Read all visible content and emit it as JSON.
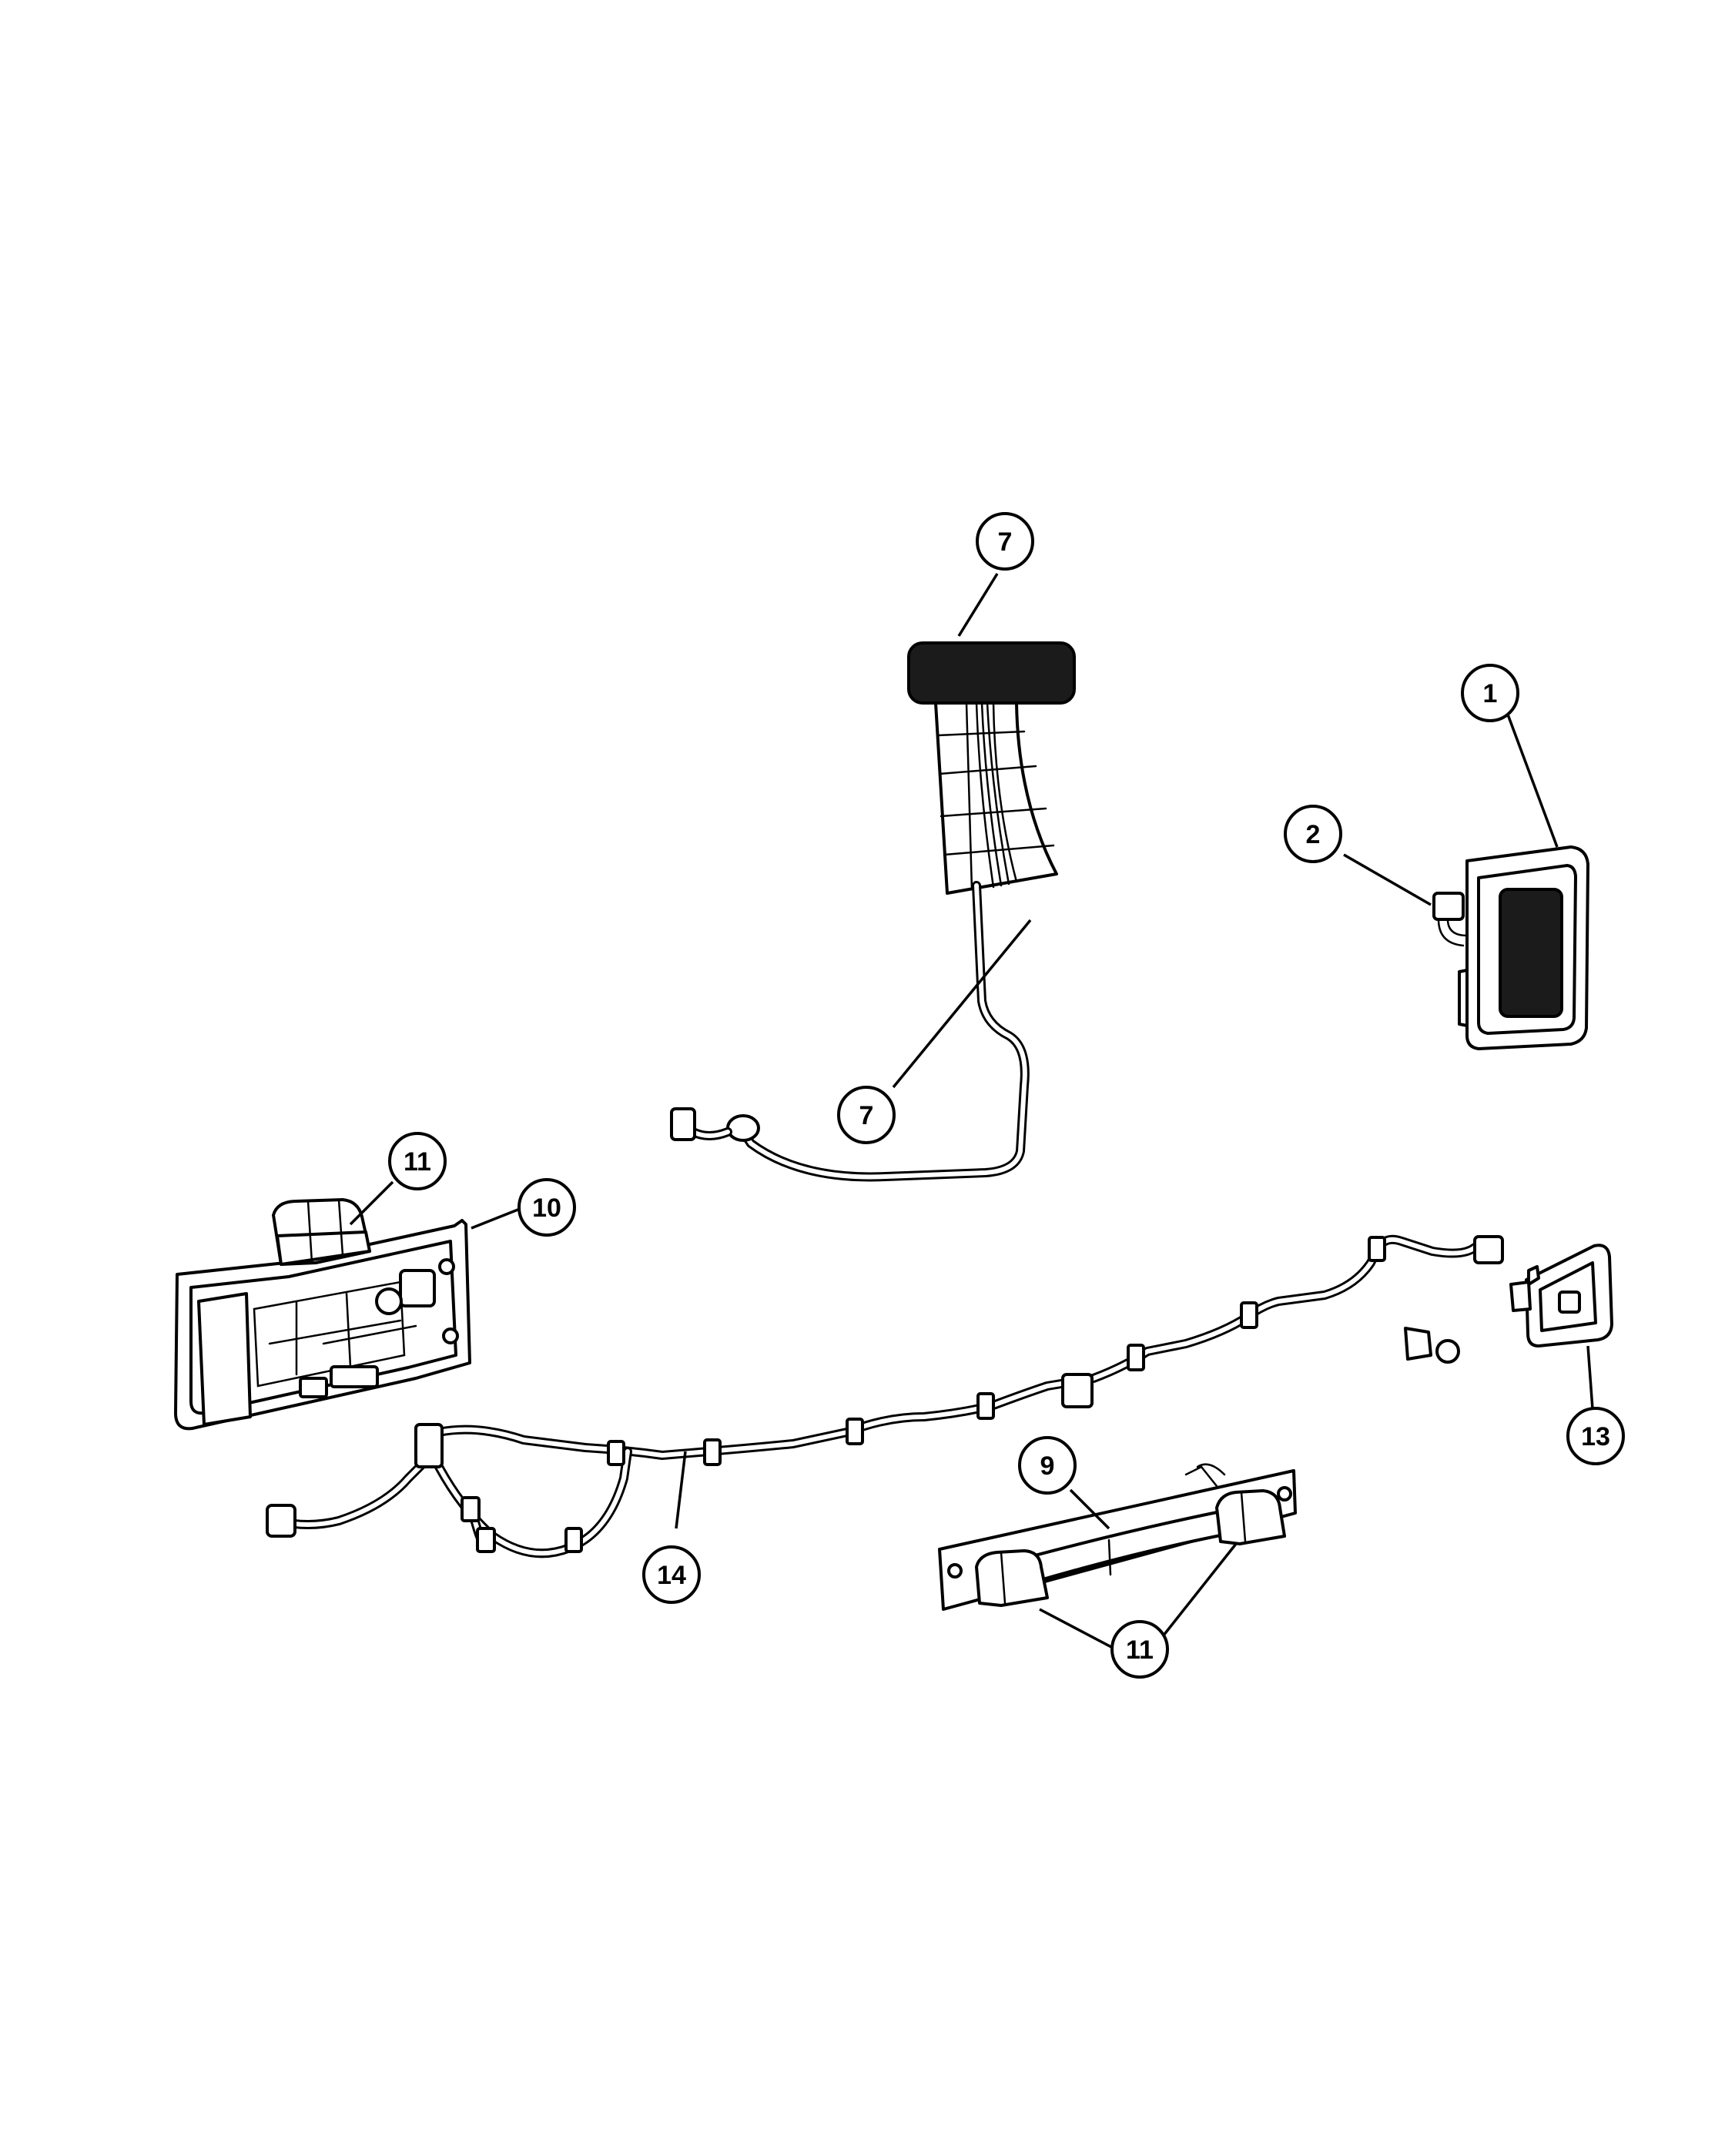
{
  "callouts": {
    "c1": "1",
    "c2": "2",
    "c7_top": "7",
    "c7_bottom": "7",
    "c9": "9",
    "c10": "10",
    "c11_left": "11",
    "c11_right": "11",
    "c13": "13",
    "c14": "14"
  }
}
